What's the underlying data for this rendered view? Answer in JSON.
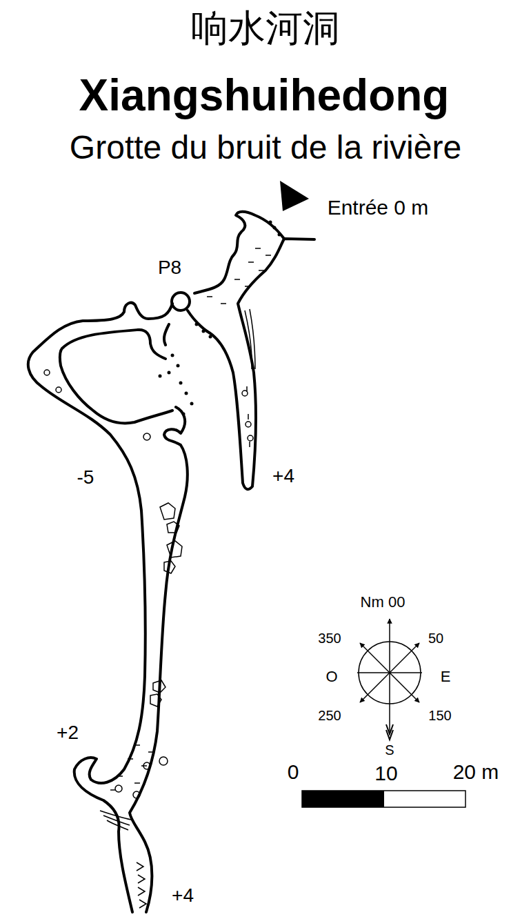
{
  "diagram": {
    "title": "Xiangshuihedong",
    "labels": [
      "响水河洞",
      "Grotte du bruit de la rivière",
      "Entrée 0 m",
      "P8",
      "-5",
      "+4",
      "+2",
      "+4",
      "Nm 00",
      "350",
      "50",
      "O",
      "E",
      "250",
      "150",
      "S",
      "0",
      "10",
      "20 m"
    ]
  }
}
